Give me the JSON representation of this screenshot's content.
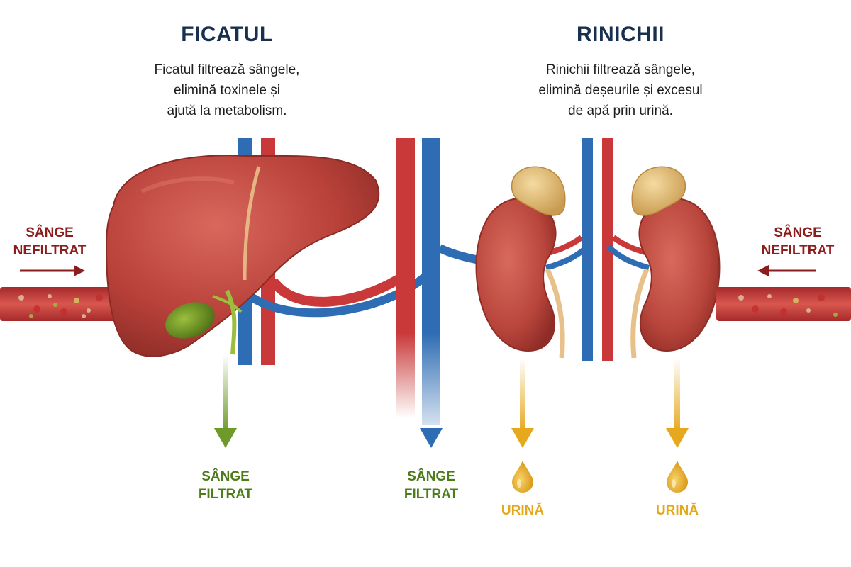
{
  "liver": {
    "title": "FICATUL",
    "description": [
      "Ficatul filtrează sângele,",
      "elimină toxinele și",
      "ajută la metabolism."
    ]
  },
  "kidneys": {
    "title": "RINICHII",
    "description": [
      "Rinichii filtrează sângele,",
      "elimină deșeurile și excesul",
      "de apă prin urină."
    ]
  },
  "labels": {
    "unfiltered_left": [
      "SÂNGE",
      "NEFILTRAT"
    ],
    "unfiltered_right": [
      "SÂNGE",
      "NEFILTRAT"
    ],
    "filtered_liver": [
      "SÂNGE",
      "FILTRAT"
    ],
    "filtered_vessels": [
      "SÂNGE",
      "FILTRAT"
    ],
    "urine_left": "URINĂ",
    "urine_right": "URINĂ"
  },
  "colors": {
    "organ": "#b8413a",
    "artery": "#c9393a",
    "vein": "#2e6db3",
    "bile": "#6e9a2a",
    "urine": "#e6a81c",
    "adrenal": "#e8c27a",
    "text_dark": "#17304f",
    "unfiltered": "#8c1d1d",
    "filtered": "#4d7c1a"
  }
}
